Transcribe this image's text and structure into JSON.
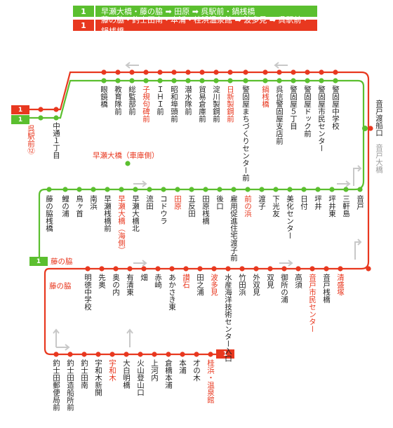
{
  "legend": [
    {
      "num": "1",
      "text": "早瀬大橋・藤の脇 ➡ 田原 ➡ 呉駅前・鍋桟橋",
      "color": "#5bbf2f"
    },
    {
      "num": "1",
      "text": "藤の脇・釣士田南・本浦・桂浜温泉館 ➡ 波多見 ➡ 呉駅前・鍋桟橋",
      "color": "#e8381f"
    }
  ],
  "colors": {
    "red_line": "#e8381f",
    "green_line": "#5bbf2f",
    "arrow_gray": "#c8c8c8"
  },
  "badges": {
    "kure_red": "1",
    "kure_green": "1",
    "kure_label": "呉駅前⑫",
    "fujinowaki_num": "1",
    "fujinowaki_label": "藤の脇",
    "katsurahama_num": "1"
  },
  "labels": {
    "hayase_depot": "早瀬大橋（車庫側）",
    "fujinowaki_red": "藤の脇"
  },
  "rows": {
    "row1": [
      "眼鏡橋",
      "教育隊前",
      "総監部前",
      "子規句碑前",
      "ＩＨＩ前",
      "昭和埠頭前",
      "潜水隊前",
      "貿易倉庫前",
      "淀川製鋼前",
      "日新製鋼前",
      "警固屋まちづくりセンター前",
      "鍋桟橋",
      "呉信警固屋支店前",
      "警固屋５丁目",
      "警固屋ドック前",
      "警固屋市民センター",
      "警固屋中学校"
    ],
    "row1_side": [
      "中通１丁目"
    ],
    "row1_right": [
      "音戸渡船口",
      "音戸大橋"
    ],
    "row2": [
      "藤の脇桟橋",
      "鯉の浦",
      "鳥ヶ首",
      "南浜",
      "早瀬桟橋前",
      "早瀬大橋（海側）",
      "早瀬大橋北",
      "流田",
      "コドウラ",
      "田原",
      "五反田",
      "田原桟橋",
      "後口",
      "雇用促進住宅渡子前",
      "前の浜",
      "渡子",
      "下光友",
      "美化センター",
      "日付",
      "坪井",
      "坪井東",
      "三軒島",
      "音戸"
    ],
    "row3": [
      "明徳中学校",
      "先奥",
      "奥の内",
      "有清東",
      "畑",
      "赤崎",
      "あかさき東",
      "讃石",
      "田之浦",
      "波多見",
      "水産海洋技術センター入口",
      "竹田浜",
      "外双見",
      "双見",
      "御所の浦",
      "高須",
      "音戸市民センター",
      "音戸桟橋",
      "清盛塚"
    ],
    "row4": [
      "釣士田郵便局前",
      "釣士田造船所前",
      "釣士田南",
      "宇和木新開",
      "宇和木",
      "大白明橋",
      "火山登山口",
      "上河内",
      "倉橋本浦",
      "本浦",
      "才の木",
      "桂浜・温泉館"
    ]
  }
}
